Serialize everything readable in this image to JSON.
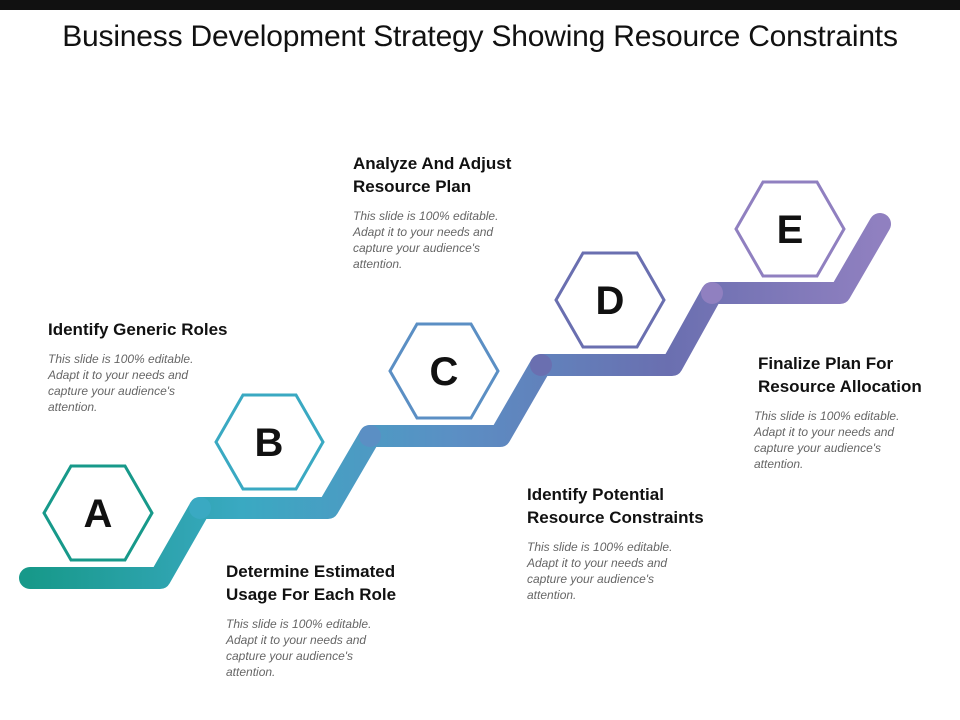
{
  "title": "Business Development Strategy Showing Resource Constraints",
  "colors": {
    "A": "#17998a",
    "B": "#3aa9c2",
    "C": "#5b8fc4",
    "D": "#6a6fb0",
    "E": "#9080c0"
  },
  "steps": [
    {
      "letter": "A",
      "heading": "Identify Generic Roles",
      "body": "This slide is 100% editable. Adapt it to your needs and capture your audience's attention."
    },
    {
      "letter": "B",
      "heading": "Determine Estimated\nUsage For Each Role",
      "body": "This slide is 100% editable. Adapt it to your needs and capture your audience's attention."
    },
    {
      "letter": "C",
      "heading": "Analyze And Adjust\nResource Plan",
      "body": "This slide is 100% editable. Adapt it to your needs and capture your audience's attention."
    },
    {
      "letter": "D",
      "heading": "Identify Potential\nResource Constraints",
      "body": "This slide is 100% editable. Adapt it to your needs and capture your audience's attention."
    },
    {
      "letter": "E",
      "heading": "Finalize Plan For\nResource Allocation",
      "body": "This slide is 100% editable. Adapt it to your needs and capture your audience's attention."
    }
  ]
}
